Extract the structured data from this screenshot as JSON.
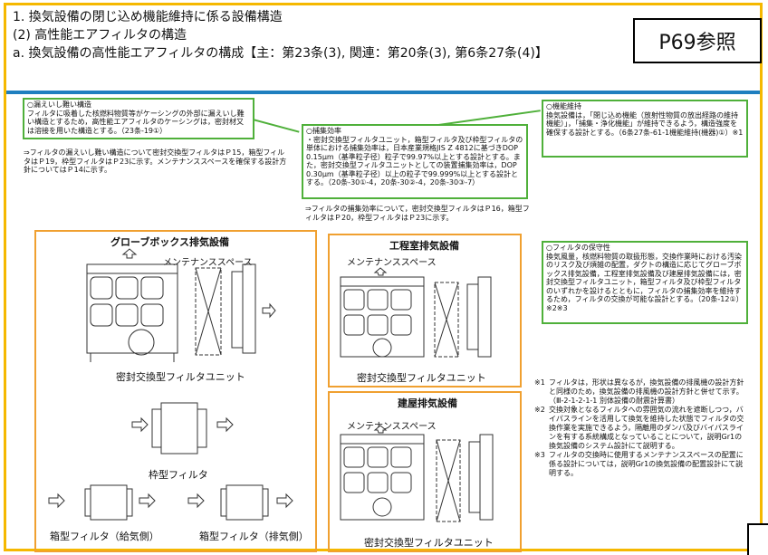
{
  "header": {
    "line1": "1. 換気設備の閉じ込め機能維持に係る設備構造",
    "line2": "(2) 高性能エアフィルタの構造",
    "line3": "a. 換気設備の高性能エアフィルタの構成【主：第23条(3), 関連：第20条(3), 第6条27条(4)】"
  },
  "reference_badge": "P69参照",
  "box_leak": {
    "title": "○漏えいし難い構造",
    "body": "フィルタに吸着した核燃料物質等がケーシングの外部に漏えいし難い構造とするため，高性能エアフィルタのケーシングは，密封材又は溶接を用いた構造とする。（23条-19①）"
  },
  "note_leak": "⇒フィルタの漏えいし難い構造について密封交換型フィルタはＰ15，箱型フィルタはＰ19，枠型フィルタはＰ23に示す。メンテナンススペースを確保する設計方針についてはＰ14に示す。",
  "box_efficiency": {
    "title": "○捕集効率",
    "body": "・密封交換型フィルタユニット，箱型フィルタ及び枠型フィルタの単体における捕集効率は，日本産業規格JIS Z 4812に基づきDOP 0.15μm（基準粒子径）粒子で99.97%以上とする設計とする。また，密封交換型フィルタユニットとしての装置捕集効率は，DOP 0.30μm（基準粒子径）以上の粒子で99.999%以上とする設計とする。（20条-30①-4，20条-30②-4，20条-30③-7）"
  },
  "note_efficiency": "⇒フィルタの捕集効率について，密封交換型フィルタはＰ16，箱型フィルタはＰ20，枠型フィルタはＰ23に示す。",
  "box_function": {
    "title": "○機能維持",
    "body": "換気設備は，「閉じ込め機能（放射性物質の放出経路の維持機能）」，「捕集・浄化機能」が維持できるよう，構造強度を確保する設計とする。（6条27条-61-1機能維持(機器)①）※1"
  },
  "box_maintain": {
    "title": "○フィルタの保守性",
    "body": "換気風量，核燃料物質の取扱形態，交換作業時における汚染のリスク及び煩雑の配置，ダクトの構造に応じてグローブボックス排気設備，工程室排気設備及び建屋排気設備には，密封交換型フィルタユニット，箱型フィルタ及び枠型フィルタのいずれかを設けるとともに，フィルタの捕集効率を維持するため，フィルタの交換が可能な設計とする。（20条-12①）※2※3"
  },
  "panels": {
    "glovebox": {
      "title": "グローブボックス排気設備",
      "space": "メンテナンススペース",
      "caption": "密封交換型フィルタユニット"
    },
    "process": {
      "title": "工程室排気設備",
      "space": "メンテナンススペース",
      "caption": "密封交換型フィルタユニット"
    },
    "building": {
      "title": "建屋排気設備",
      "space": "メンテナンススペース",
      "caption": "密封交換型フィルタユニット"
    }
  },
  "filter_labels": {
    "frame": "枠型フィルタ",
    "box_supply": "箱型フィルタ（給気側）",
    "box_exhaust": "箱型フィルタ（排気側）"
  },
  "footnotes": [
    {
      "mark": "※1",
      "text": "フィルタは，形状は異なるが，換気設備の排風機の設計方針と同様のため，換気設備の排風機の設計方針と併せて示す。（Ⅲ-2-1-2-1-1 別体設備の耐震計算書）"
    },
    {
      "mark": "※2",
      "text": "交換対象となるフィルタへの雰囲気の流れを遮断しつつ，バイパスラインを活用して換気を維持した状態でフィルタの交換作業を実施できるよう，隔離用のダンパ及びバイパスラインを有する系統構成となっていることについて，説明Gr1の換気設備のシステム設計にて説明する。"
    },
    {
      "mark": "※3",
      "text": "フィルタの交換時に使用するメンテナンススペースの配置に係る設計については，説明Gr1の換気設備の配置設計にて説明する。"
    }
  ],
  "colors": {
    "frame": "#f5b800",
    "green": "#4fb03a",
    "orange": "#f0a030",
    "blue": "#1f7fbf"
  }
}
